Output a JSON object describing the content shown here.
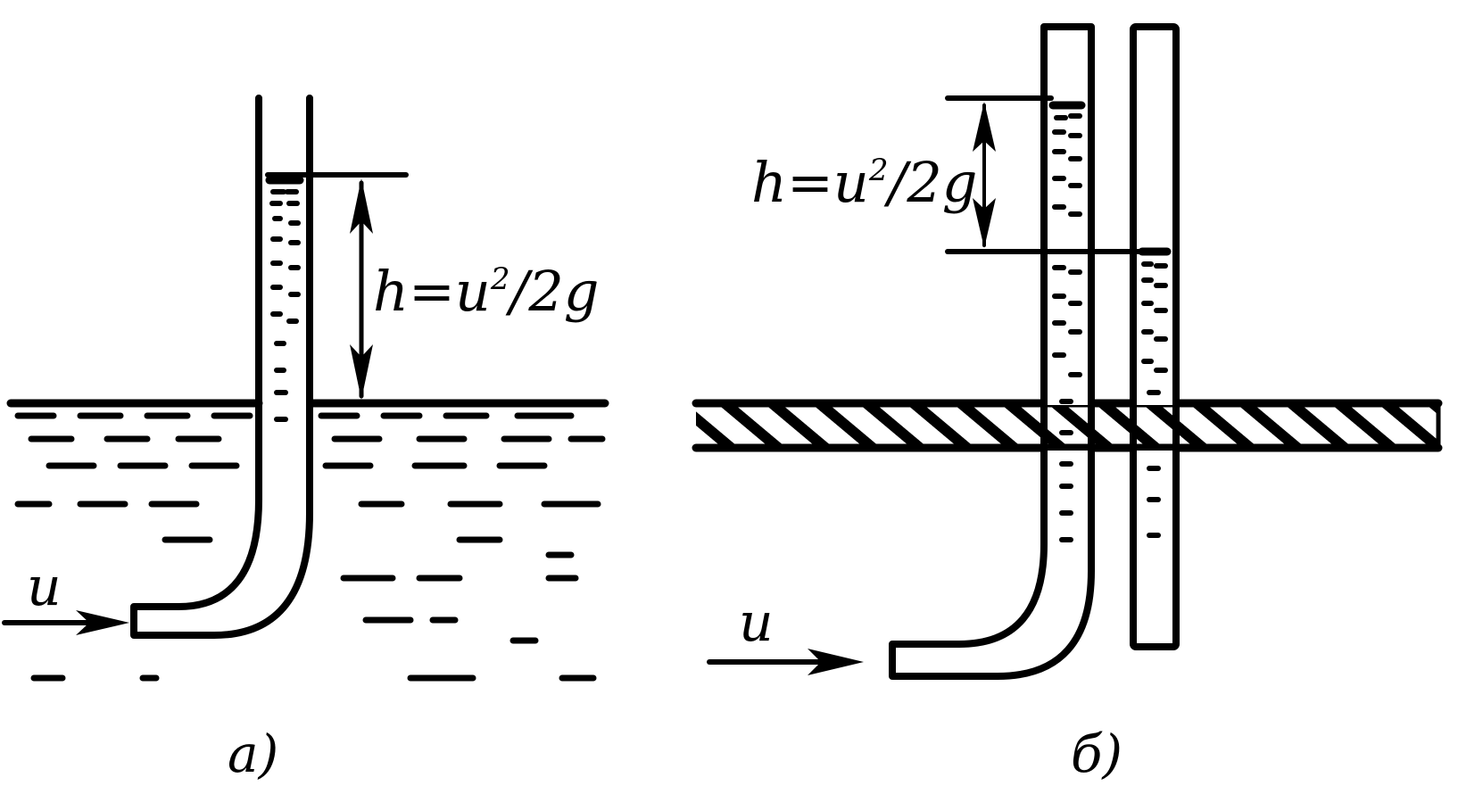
{
  "panel_a": {
    "formula": {
      "h": "h",
      "eq": "=",
      "u": "u",
      "sup": "2",
      "rest": "/2g"
    },
    "velocity_label": "u",
    "caption": "a)"
  },
  "panel_b": {
    "formula": {
      "h": "h",
      "eq": "=",
      "u": "u",
      "sup": "2",
      "rest": "/2g"
    },
    "velocity_label": "u",
    "caption": "б)"
  }
}
